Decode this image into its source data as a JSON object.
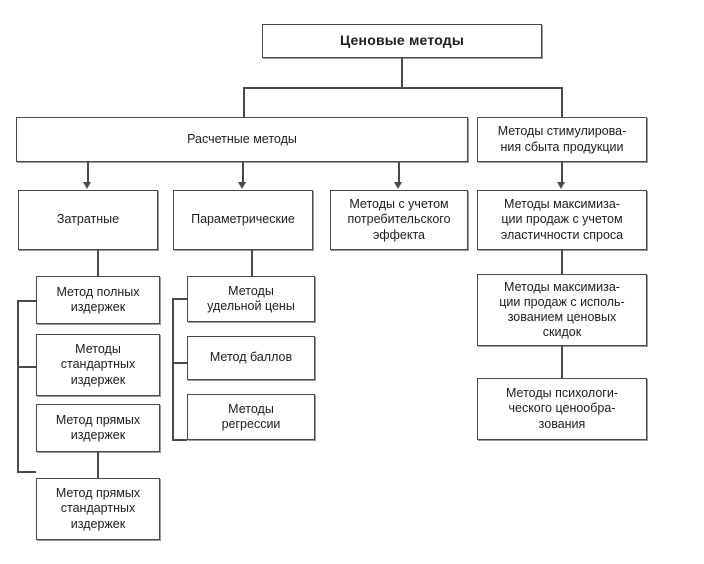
{
  "diagram": {
    "title": "Ценовые методы",
    "nodes": {
      "root": "Ценовые методы",
      "calc_methods": "Расчетные методы",
      "promo_methods": "Методы стимулирова-\nния сбыта продукции",
      "cost": "Затратные",
      "parametric": "Параметрические",
      "consumer_effect": "Методы с учетом\nпотребительского\nэффекта",
      "max_elasticity": "Методы максимиза-\nции продаж с учетом\nэластичности спроса",
      "full_costs": "Метод полных\nиздержек",
      "standard_costs": "Методы\nстандартных\nиздержек",
      "direct_costs": "Метод прямых\nиздержек",
      "direct_standard_costs": "Метод прямых\nстандартных\nиздержек",
      "unit_price": "Методы\nудельной цены",
      "scores": "Метод баллов",
      "regression": "Методы\nрегрессии",
      "max_discounts": "Методы максимиза-\nции продаж с исполь-\nзованием ценовых\nскидок",
      "psychological": "Методы психологи-\nческого ценообра-\nзования"
    },
    "colors": {
      "border": "#4a4a4a",
      "background": "#ffffff",
      "text": "#1d1d1d",
      "shadow": "#9a9a9a"
    }
  }
}
